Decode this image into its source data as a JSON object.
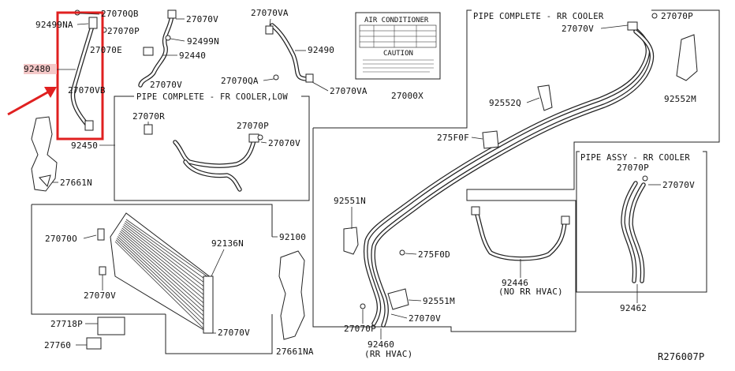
{
  "diagram_ref": "R276007P",
  "highlight": {
    "color": "#e02020",
    "label": "92480"
  },
  "labels": {
    "p27070QB": "27070QB",
    "p92499NA": "92499NA",
    "p27070P_a": "27070P",
    "p27070E": "27070E",
    "p92480": "92480",
    "p27070VB": "27070VB",
    "p92450": "92450",
    "p27661N": "27661N",
    "p27070V_a": "27070V",
    "p92499N": "92499N",
    "p92440": "92440",
    "p27070V_b": "27070V",
    "p27070VA_a": "27070VA",
    "p92490": "92490",
    "p27070QA": "27070QA",
    "p27070VA_b": "27070VA",
    "p27000X": "27000X",
    "p27070R": "27070R",
    "p27070P_b": "27070P",
    "p27070V_c": "27070V",
    "p27070P_c": "27070P",
    "p27070V_d": "27070V",
    "p92552Q": "92552Q",
    "p92552M": "92552M",
    "p275F0F": "275F0F",
    "p92551N": "92551N",
    "p275F0D": "275F0D",
    "p92551M": "92551M",
    "p27070V_e": "27070V",
    "p27070P_d": "27070P",
    "p92460": "92460",
    "p92460_note": "(RR HVAC)",
    "p27070P_e": "27070P",
    "p27070V_f": "27070V",
    "p92446": "92446",
    "p92446_note": "(NO RR HVAC)",
    "p92462": "92462",
    "p27070O": "27070O",
    "p92136N": "92136N",
    "p92100": "92100",
    "p27070V_g": "27070V",
    "p27718P": "27718P",
    "p27070V_h": "27070V",
    "p27760": "27760",
    "p27661NA": "27661NA"
  },
  "boxes": {
    "fr_cooler_low": "PIPE COMPLETE - FR COOLER,LOW",
    "rr_cooler_complete": "PIPE COMPLETE - RR COOLER",
    "rr_cooler_assy": "PIPE ASSY - RR COOLER"
  },
  "caution_label": {
    "title": "AIR CONDITIONER",
    "caution": "CAUTION"
  }
}
